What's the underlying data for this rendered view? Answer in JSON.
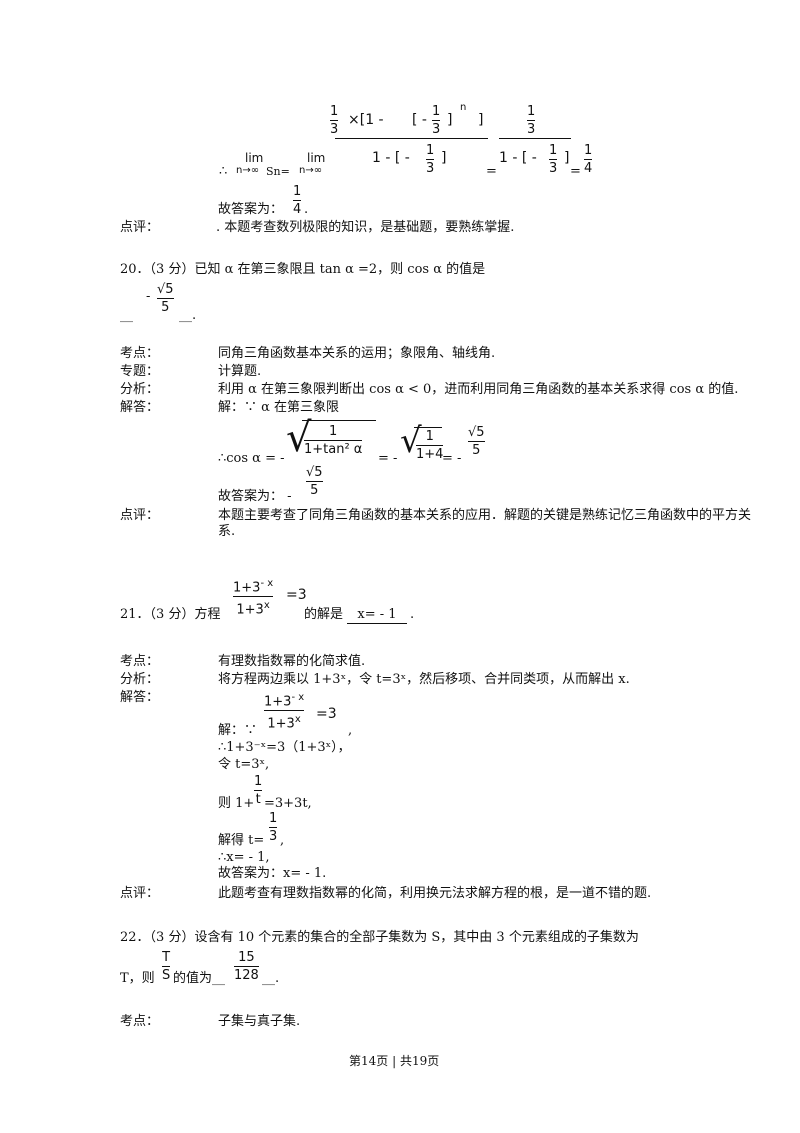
{
  "q19": {
    "therefore_lim": "∴",
    "lim_word": "lim",
    "n_to_inf": "n→∞",
    "sn_eq": "Sn=",
    "num_top_one": "1",
    "num_top_three": "3",
    "times_bracket": "×[1 -",
    "inner_bracket_open": "[ -",
    "inner_frac_num": "1",
    "inner_frac_den": "3",
    "inner_bracket_close": "]",
    "exp_n": "n",
    "close_bracket": "]",
    "den_left": "1 - [ -",
    "den_frac_num": "1",
    "den_frac_den": "3",
    "den_close": "]",
    "eq1": "=",
    "r_num": "1",
    "r_den": "3",
    "r_den_left": "1 - [ -",
    "r_den_frac_num": "1",
    "r_den_frac_den": "3",
    "r_den_close": "]",
    "eq2": "=",
    "res_num": "1",
    "res_den": "4",
    "answer_prefix": "故答案为：",
    "answer_num": "1",
    "answer_den": "4",
    "answer_dot": ".",
    "comment_label": "点评：",
    "comment_text": ". 本题考查数列极限的知识，是基础题，要熟练掌握."
  },
  "q20": {
    "stem": "20．（3 分）已知 α 在第三象限且 tan α =2，则 cos α 的值是",
    "blank_left": "__",
    "ans_minus": "-",
    "ans_num": "√5",
    "ans_den": "5",
    "blank_right": "__.",
    "rows": [
      {
        "label": "考点：",
        "text": "同角三角函数基本关系的运用；象限角、轴线角."
      },
      {
        "label": "专题：",
        "text": "计算题."
      },
      {
        "label": "分析：",
        "text": "利用 α 在第三象限判断出 cos α < 0，进而利用同角三角函数的基本关系求得 cos α 的值."
      },
      {
        "label": "解答：",
        "text": "解：∵ α 在第三象限"
      }
    ],
    "cos_left": "∴cos α = -",
    "sqrt1_num": "1",
    "sqrt1_den": "1+tan² α",
    "eq_minus": "= -",
    "sqrt2_num": "1",
    "sqrt2_den": "1+4",
    "eq_minus2": "= -",
    "res_num": "√5",
    "res_den": "5",
    "answer_prefix": "故答案为：  -",
    "answer_num": "√5",
    "answer_den": "5",
    "comment_label": "点评：",
    "comment_line1": "本题主要考查了同角三角函数的基本关系的应用．解题的关键是熟练记忆三角函数中的平方关",
    "comment_line2": "系."
  },
  "q21": {
    "stem_prefix": "21．（3 分）方程",
    "eq_num": "1+3",
    "eq_num_exp": "- x",
    "eq_den": "1+3",
    "eq_den_exp": "x",
    "eq_rhs": "=3",
    "stem_mid": "的解是",
    "answer": "x= - 1",
    "stem_end": ".",
    "rows": [
      {
        "label": "考点：",
        "text": "有理数指数幂的化简求值."
      },
      {
        "label": "分析：",
        "text": "将方程两边乘以 1+3ˣ，令 t=3ˣ，然后移项、合并同类项，从而解出 x."
      },
      {
        "label": "解答：",
        "text": ""
      }
    ],
    "sol_prefix": "解：∵",
    "sol_num": "1+3",
    "sol_num_exp": "- x",
    "sol_den": "1+3",
    "sol_den_exp": "x",
    "sol_rhs": "=3",
    "sol_comma": ",",
    "line2": "∴1+3⁻ˣ=3（1+3ˣ），",
    "line3": "令 t=3ˣ,",
    "line4_prefix": "则 1+",
    "line4_num": "1",
    "line4_den": "t",
    "line4_rest": "=3+3t,",
    "line5_prefix": "解得 t=",
    "line5_num": "1",
    "line5_den": "3",
    "line5_end": ",",
    "line6": "∴x= - 1,",
    "line7": "故答案为：x= - 1.",
    "comment_label": "点评：",
    "comment_text": "此题考查有理数指数幂的化简，利用换元法求解方程的根，是一道不错的题."
  },
  "q22": {
    "stem": "22．（3 分）设含有 10 个元素的集合的全部子集数为 S，其中由 3 个元素组成的子集数为",
    "line2_prefix": "T，则",
    "ts_num": "T",
    "ts_den": "S",
    "line2_mid": "的值为__",
    "ans_num": "15",
    "ans_den": "128",
    "line2_end": "__.",
    "kaodian_label": "考点：",
    "kaodian_text": "子集与真子集."
  },
  "footer": {
    "text": "第14页  | 共19页"
  }
}
